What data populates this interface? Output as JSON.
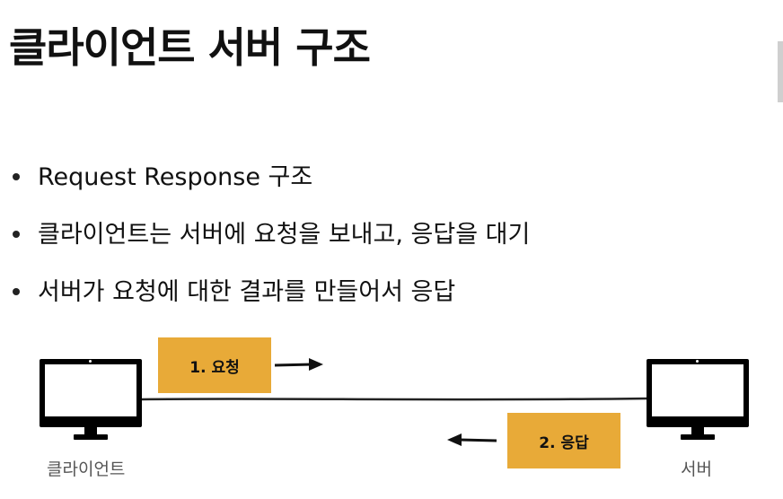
{
  "slide": {
    "title": "클라이언트 서버 구조",
    "bullets": [
      "Request Response 구조",
      "클라이언트는 서버에 요청을 보내고, 응답을 대기",
      "서버가 요청에 대한 결과를 만들어서 응답"
    ]
  },
  "diagram": {
    "client_label": "클라이언트",
    "server_label": "서버",
    "request_label": "1. 요청",
    "response_label": "2. 응답",
    "box_color": "#e8aa38",
    "icons": {
      "client": "monitor-icon",
      "server": "monitor-icon",
      "request_arrow": "arrow-right-icon",
      "response_arrow": "arrow-left-icon"
    }
  }
}
